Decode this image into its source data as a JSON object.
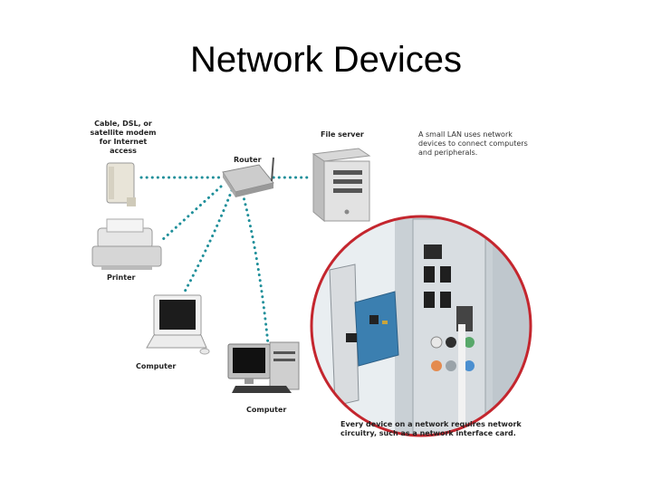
{
  "slide": {
    "title": "Network Devices"
  },
  "diagram": {
    "labels": {
      "modem": "Cable, DSL, or\nsatellite modem\nfor Internet\naccess",
      "router": "Router",
      "file_server": "File server",
      "printer": "Printer",
      "laptop": "Computer",
      "desktop": "Computer"
    },
    "captions": {
      "top": "A small LAN uses network\ndevices to connect computers\nand peripherals.",
      "bottom": "Every device on a network requires network\ncircuitry, such as a network interface card."
    },
    "colors": {
      "connection_dots": "#1f8f9a",
      "zoom_circle": "#c4262e",
      "nic_board": "#3b7fb0"
    },
    "icons": [
      "modem-icon",
      "router-icon",
      "file-server-icon",
      "printer-icon",
      "laptop-icon",
      "desktop-computer-icon",
      "network-interface-card-icon",
      "computer-back-panel-icon"
    ]
  }
}
